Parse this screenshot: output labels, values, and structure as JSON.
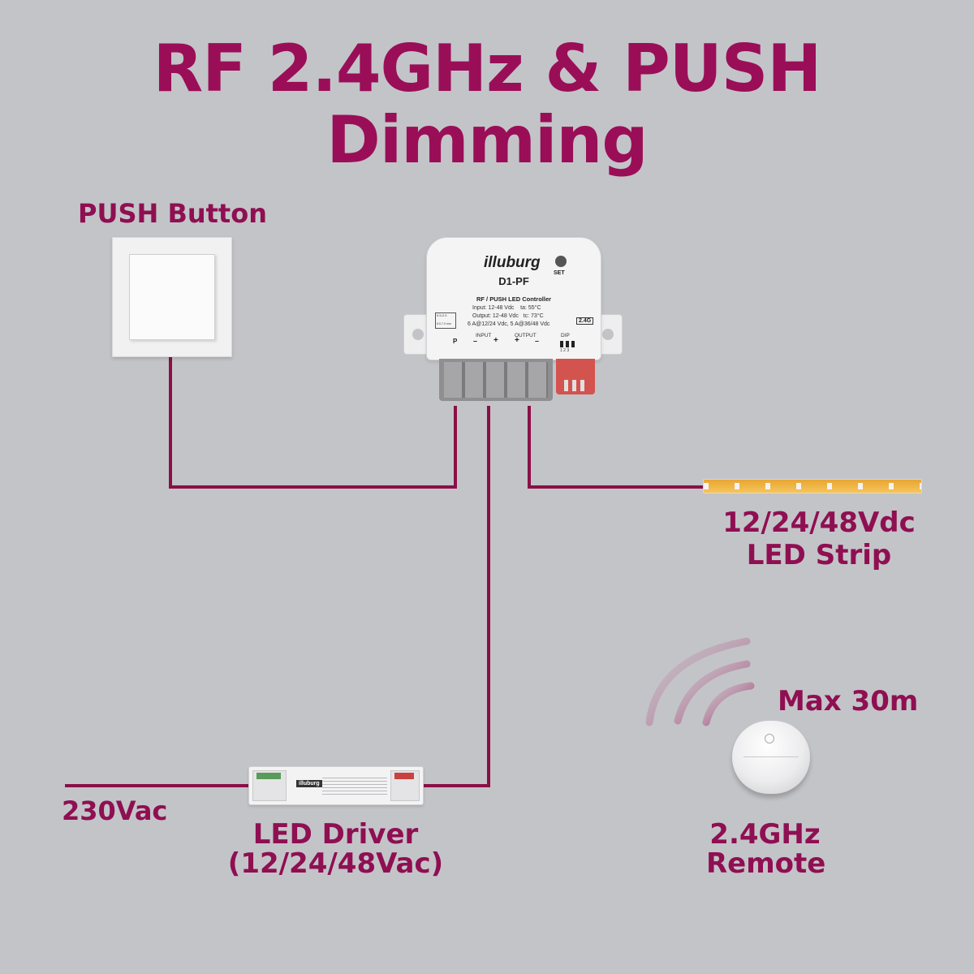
{
  "title": {
    "line1": "RF 2.4GHz & PUSH",
    "line2": "Dimming"
  },
  "labels": {
    "push_button": "PUSH Button",
    "led_strip_line1": "12/24/48Vdc",
    "led_strip_line2": "LED Strip",
    "mains": "230Vac",
    "driver_line1": "LED Driver",
    "driver_line2": "(12/24/48Vac)",
    "range": "Max 30m",
    "remote_line1": "2.4GHz",
    "remote_line2": "Remote"
  },
  "controller": {
    "brand": "illuburg",
    "set": "SET",
    "model": "D1-PF",
    "subtitle": "RF / PUSH LED Controller",
    "spec1": "Input: 12-48 Vdc    ta: 55°C",
    "spec2": "Output: 12-48 Vdc   tc: 73°C",
    "spec3": "6 A@12/24 Vdc, 5 A@36/48 Vdc",
    "rf_badge": "2.4G",
    "wire_strip": "0.5-2.0",
    "wire_len": "6.0-7.0 mm",
    "input": "INPUT",
    "output": "OUTPUT",
    "dip": "DIP",
    "term_p": "P",
    "term_minus": "–",
    "term_plus": "+",
    "term_out_plus": "+",
    "term_out_minus": "–",
    "dip_nums": "1 2 3"
  },
  "driver_device": {
    "brand": "illuburg"
  },
  "colors": {
    "accent": "#9a0e58",
    "wire": "#8a1047",
    "background": "#c3c4c8"
  }
}
